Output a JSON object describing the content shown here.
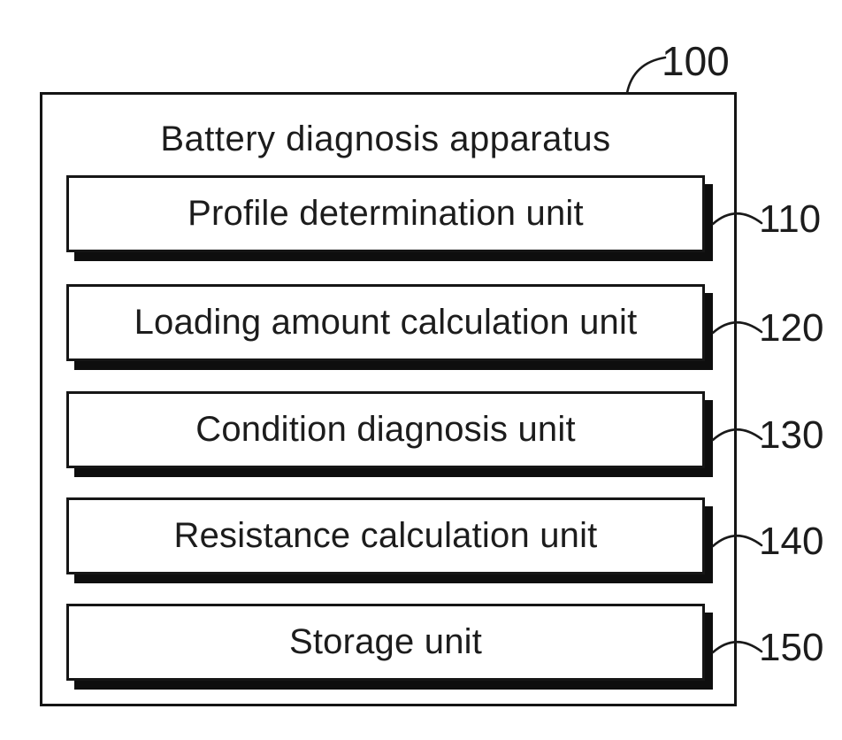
{
  "figure": {
    "ref_label": "100",
    "title": "Battery diagnosis apparatus",
    "units": [
      {
        "label": "Profile determination unit",
        "ref": "110"
      },
      {
        "label": "Loading amount calculation unit",
        "ref": "120"
      },
      {
        "label": "Condition diagnosis unit",
        "ref": "130"
      },
      {
        "label": "Resistance calculation unit",
        "ref": "140"
      },
      {
        "label": "Storage unit",
        "ref": "150"
      }
    ],
    "colors": {
      "ink": "#1a1a1a",
      "background": "#ffffff"
    }
  }
}
